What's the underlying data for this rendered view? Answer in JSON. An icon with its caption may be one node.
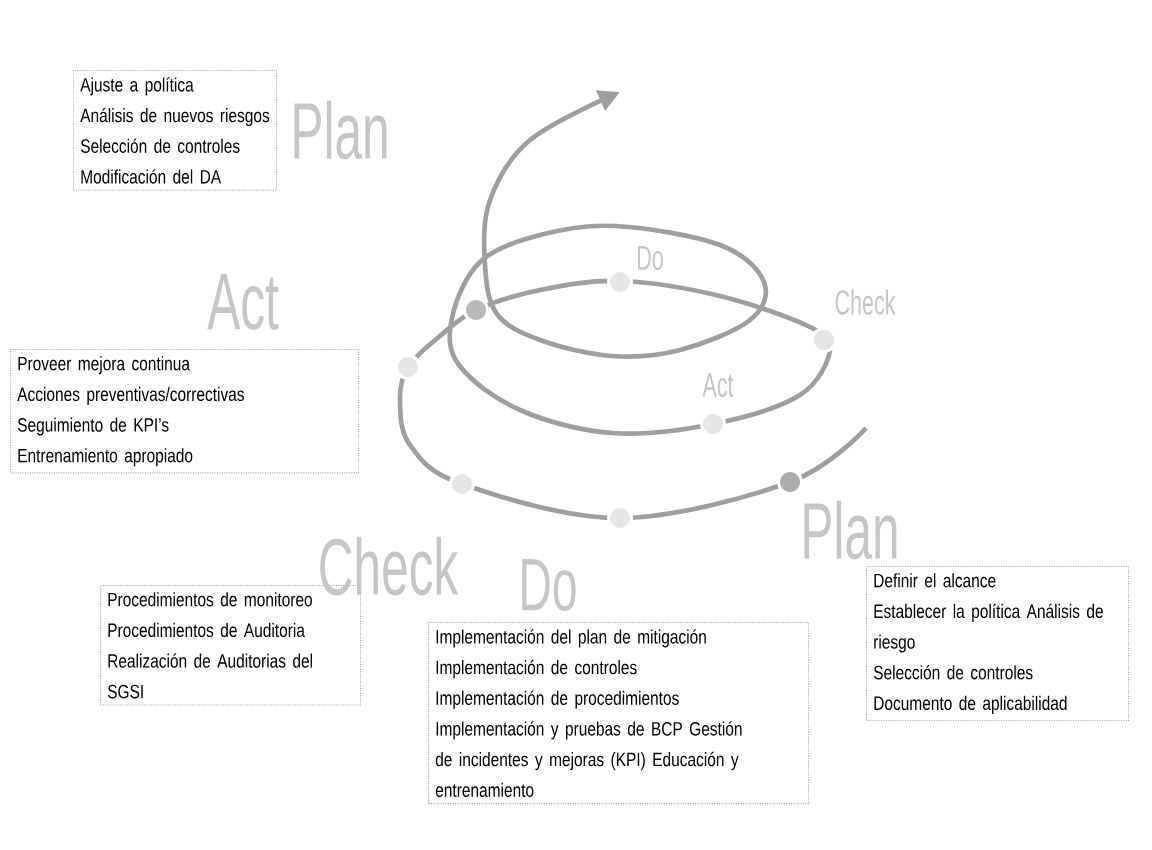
{
  "diagram": {
    "nodes": [
      {
        "text": [
          "Ajuste a política",
          "Análisis de nuevos riesgos",
          "Selección de controles",
          "Modificación del DA"
        ]
      },
      {
        "text": [
          "Proveer mejora continua",
          "Acciones preventivas/correctivas",
          "Seguimiento de KPI’s",
          "Entrenamiento apropiado"
        ]
      },
      {
        "text": [
          "Procedimientos de monitoreo",
          "Procedimientos de Auditoria",
          "Realización de Auditorias del SGSI"
        ]
      },
      {
        "text": [
          "Implementación del plan de mitigación",
          "Implementación de controles",
          "Implementación de procedimientos",
          "Implementación y pruebas de BCP Gestión de incidentes y mejoras (KPI) Educación y entrenamiento"
        ]
      },
      {
        "text": [
          "Definir el alcance",
          "Establecer la política Análisis de riesgo",
          "Selección de controles",
          "Documento de aplicabilidad"
        ]
      }
    ],
    "edges": [],
    "labels": [
      "Plan",
      "Do",
      "Act",
      "Check",
      "Act",
      "Plan",
      "Check",
      "Do"
    ]
  }
}
